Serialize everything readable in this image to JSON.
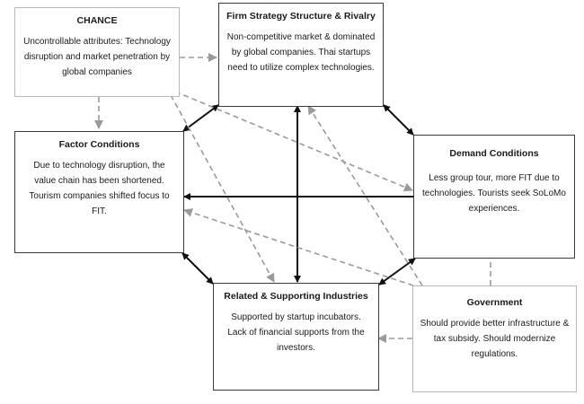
{
  "boxes": {
    "chance": {
      "title": "CHANCE",
      "body": "Uncontrollable attributes: Technology\ndisruption and market penetration by\nglobal companies"
    },
    "firm": {
      "title": "Firm Strategy Structure & Rivalry",
      "body": "Non-competitive market & dominated\nby global companies. Thai startups\nneed to utilize complex technologies."
    },
    "factor": {
      "title": "Factor Conditions",
      "body": "Due to technology disruption, the\nvalue chain has been shortened.\nTourism companies shifted focus to\nFIT."
    },
    "demand": {
      "title": "Demand Conditions",
      "body": "Less group tour, more FIT due to\ntechnologies. Tourists seek SoLoMo\nexperiences."
    },
    "related": {
      "title": "Related & Supporting Industries",
      "body": "Supported by startup incubators.\nLack of financial supports from the\ninvestors."
    },
    "government": {
      "title": "Government",
      "body": "Should provide better infrastructure &\ntax subsidy. Should modernize\nregulations."
    }
  },
  "colors": {
    "solid": "#111111",
    "dashed": "#9a9a9a",
    "border": "#3a3a3a",
    "light_border": "#b8b8b8"
  }
}
